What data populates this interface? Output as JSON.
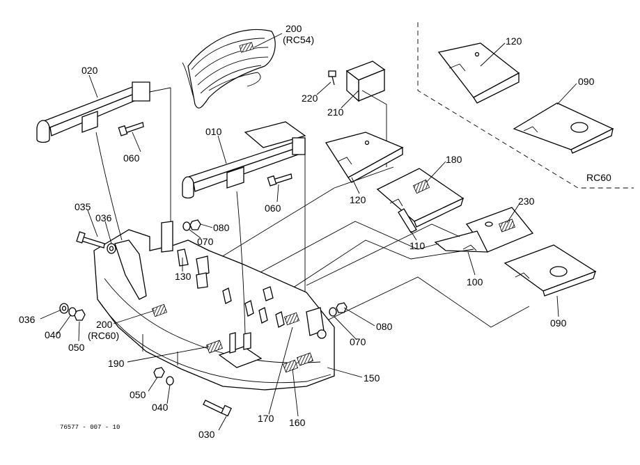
{
  "labels": {
    "p020": "020",
    "p200a": "200",
    "rc54": "(RC54)",
    "p120a": "120",
    "p090a": "090",
    "p220": "220",
    "p210": "210",
    "p060a": "060",
    "p010": "010",
    "p180": "180",
    "rc60a": "RC60",
    "p120b": "120",
    "p060b": "060",
    "p230": "230",
    "p035": "035",
    "p036a": "036",
    "p080a": "080",
    "p070a": "070",
    "p110": "110",
    "p130": "130",
    "p100": "100",
    "p090b": "090",
    "p036b": "036",
    "p040a": "040",
    "p050a": "050",
    "p200b": "200",
    "rc60b": "(RC60)",
    "p080b": "080",
    "p070b": "070",
    "p190": "190",
    "p150": "150",
    "p050b": "050",
    "p040b": "040",
    "p170": "170",
    "p160": "160",
    "p030": "030"
  },
  "footer": {
    "code": "76577 - 007 - 10"
  }
}
